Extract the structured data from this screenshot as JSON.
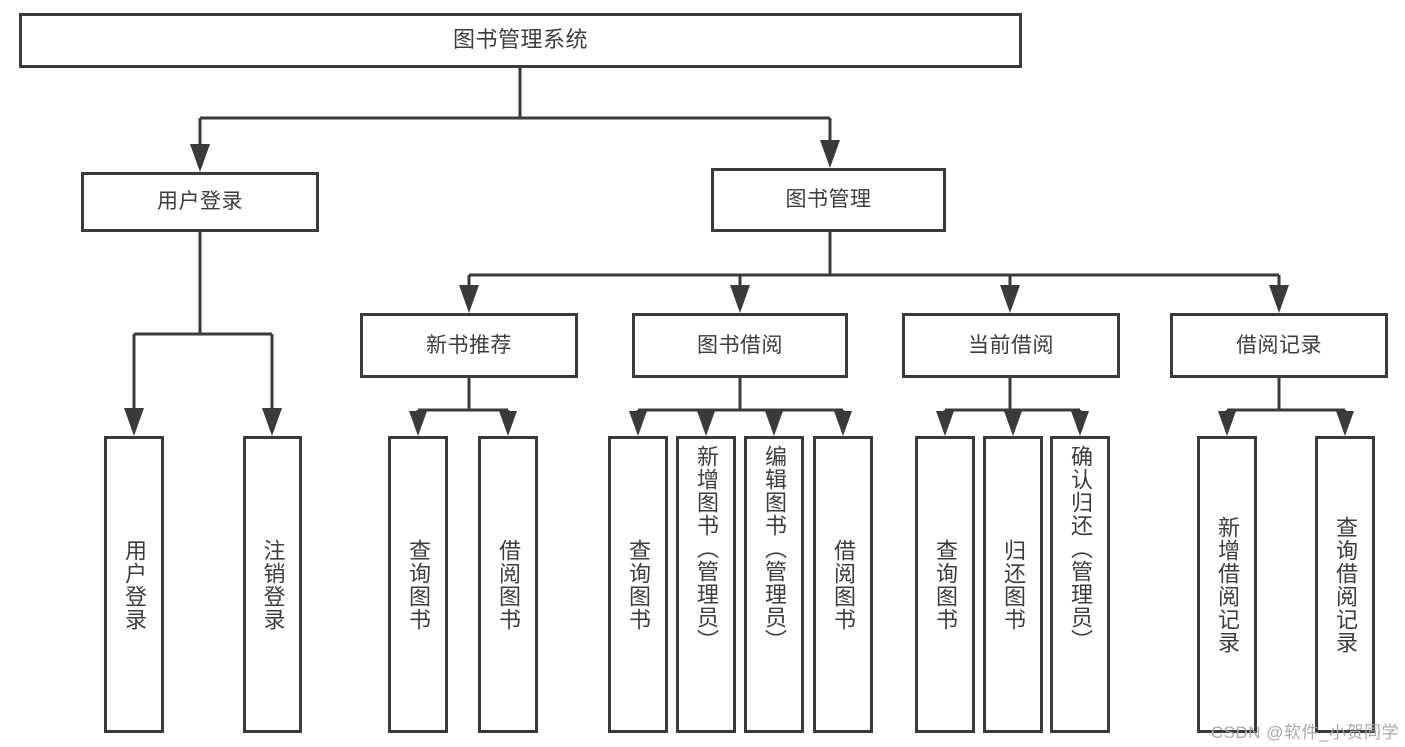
{
  "diagram": {
    "title": "图书管理系统",
    "type": "功能结构图",
    "colors": {
      "line": "#3a3a3a",
      "box_border": "#3a3a3a",
      "box_fill": "#ffffff",
      "text": "#3d3d3d",
      "watermark": "#a9a9a9",
      "background": "#ffffff"
    },
    "watermark": "CSDN @软件_小贺同学"
  },
  "nodes": {
    "root": {
      "label": "图书管理系统"
    },
    "level2": [
      {
        "id": "user-login",
        "label": "用户登录"
      },
      {
        "id": "book-management",
        "label": "图书管理"
      }
    ],
    "level3": [
      {
        "id": "new-book-recommend",
        "label": "新书推荐"
      },
      {
        "id": "book-borrow",
        "label": "图书借阅"
      },
      {
        "id": "current-borrow",
        "label": "当前借阅"
      },
      {
        "id": "borrow-record",
        "label": "借阅记录"
      }
    ],
    "leaves": {
      "user_login": [
        {
          "id": "leaf-user-login",
          "label": "用户登录"
        },
        {
          "id": "leaf-logout-login",
          "label": "注销登录"
        }
      ],
      "new_book_recommend": [
        {
          "id": "leaf-query-book-1",
          "label": "查询图书"
        },
        {
          "id": "leaf-borrow-book-1",
          "label": "借阅图书"
        }
      ],
      "book_borrow": [
        {
          "id": "leaf-query-book-2",
          "label": "查询图书"
        },
        {
          "id": "leaf-add-book",
          "label": "新增图书（管理员）"
        },
        {
          "id": "leaf-edit-book",
          "label": "编辑图书（管理员）"
        },
        {
          "id": "leaf-borrow-book-2",
          "label": "借阅图书"
        }
      ],
      "current_borrow": [
        {
          "id": "leaf-query-book-3",
          "label": "查询图书"
        },
        {
          "id": "leaf-return-book",
          "label": "归还图书"
        },
        {
          "id": "leaf-confirm-return",
          "label": "确认归还（管理员）"
        }
      ],
      "borrow_record": [
        {
          "id": "leaf-add-record",
          "label": "新增借阅记录"
        },
        {
          "id": "leaf-query-record",
          "label": "查询借阅记录"
        }
      ]
    }
  }
}
